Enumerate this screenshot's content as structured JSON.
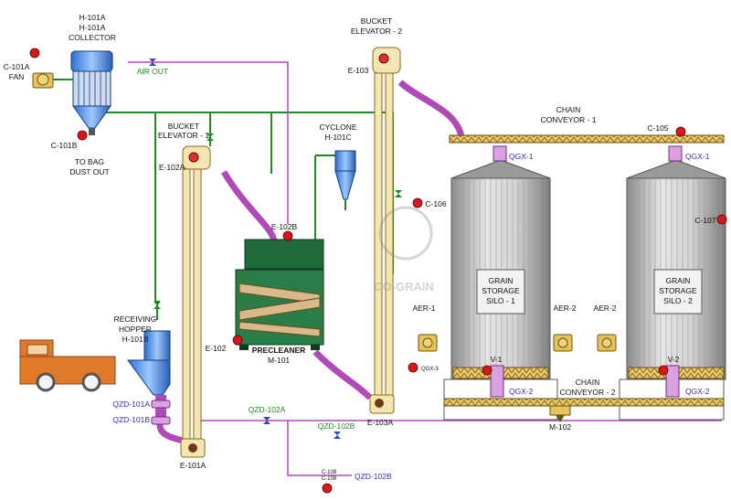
{
  "equipment": {
    "collector": [
      "H-101A",
      "H-101A",
      "COLLECTOR"
    ],
    "fan": [
      "C-101A",
      "FAN"
    ],
    "c101b": "C-101B",
    "to_bag": [
      "TO BAG",
      "DUST OUT"
    ],
    "air_out": "AIR OUT",
    "elevator1": [
      "BUCKET",
      "ELEVATOR - 1"
    ],
    "e102a": "E-102A",
    "elevator2": [
      "BUCKET",
      "ELEVATOR - 2"
    ],
    "e103": "E-103",
    "e103a": "E-103A",
    "cyclone": [
      "CYCLONE",
      "H-101C"
    ],
    "e102b": "E-102B",
    "c106": "C-106",
    "chain1": [
      "CHAIN",
      "CONVEYOR - 1"
    ],
    "c105": "C-105",
    "qgx1": "QGX-1",
    "c107": "C-107",
    "silo1": [
      "GRAIN",
      "STORAGE",
      "SILO - 1"
    ],
    "silo2": [
      "GRAIN",
      "STORAGE",
      "SILO - 2"
    ],
    "aer1": "AER-1",
    "aer2": "AER-2",
    "hopper": [
      "RECEIVING",
      "HOPPER",
      "H-101B"
    ],
    "qzd101a": "QZD-101A",
    "qzd101b": "QZD-101B",
    "e101a": "E-101A",
    "e102": "E-102",
    "precleaner": [
      "PRECLEANER",
      "M-101"
    ],
    "qzd102a": "QZD-102A",
    "qzd102b": "QZD-102B",
    "c108": "C-108",
    "c108b": "C-108",
    "qzd102b_line": "QZD-102B",
    "chain2": [
      "CHAIN",
      "CONVEYOR - 2"
    ],
    "m102": "M-102",
    "v1": "V-1",
    "v2": "V-2",
    "qgx2": "QGX-2",
    "qgx3": "QGX-3"
  },
  "watermark": "CO-GRAIN",
  "colors": {
    "pipe_green": "#1e8c1e",
    "pipe_purple": "#b04ab8",
    "elevator": "#f4e5b2",
    "machine_green": "#1f6b3a",
    "silo": "#b8b8b8",
    "truck": "#e07a2a",
    "sensor_red": "#d81818"
  }
}
